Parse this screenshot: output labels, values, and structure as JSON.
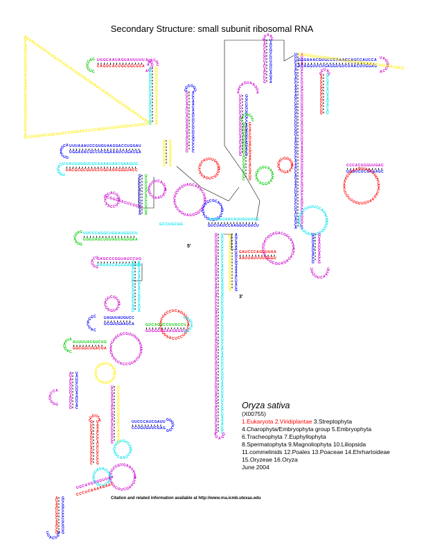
{
  "title": "Secondary Structure: small subunit ribosomal RNA",
  "species": "Oryza sativa",
  "accession": "(X00755)",
  "taxonomy": {
    "line1_red": "1.Eukaryota 2.Viridiplantae",
    "line1_black": " 3.Streptophyta",
    "line2": "4.Charophyta/Embryophyta group 5.Embryophyta",
    "line3": "6.Tracheophyta 7.Euphyllophyta",
    "line4": "8.Spermatophyta 9.Magnoliophyta 10.Liliopsida",
    "line5": "11.commelinids 12.Poales 13.Poaceae 14.Ehrhartoideae",
    "line6": "15.Oryzeae 16.Oryza"
  },
  "date": "June 2004",
  "citation": "Citation and related information available at http://www.rna.icmb.utexas.edu",
  "end_5": "5'",
  "end_3": "3'",
  "colors": {
    "red": "#ff0000",
    "green": "#00cc00",
    "blue": "#0000ff",
    "cyan": "#00e5ee",
    "magenta": "#cc00cc",
    "yellow": "#ffee00",
    "black": "#000000"
  }
}
